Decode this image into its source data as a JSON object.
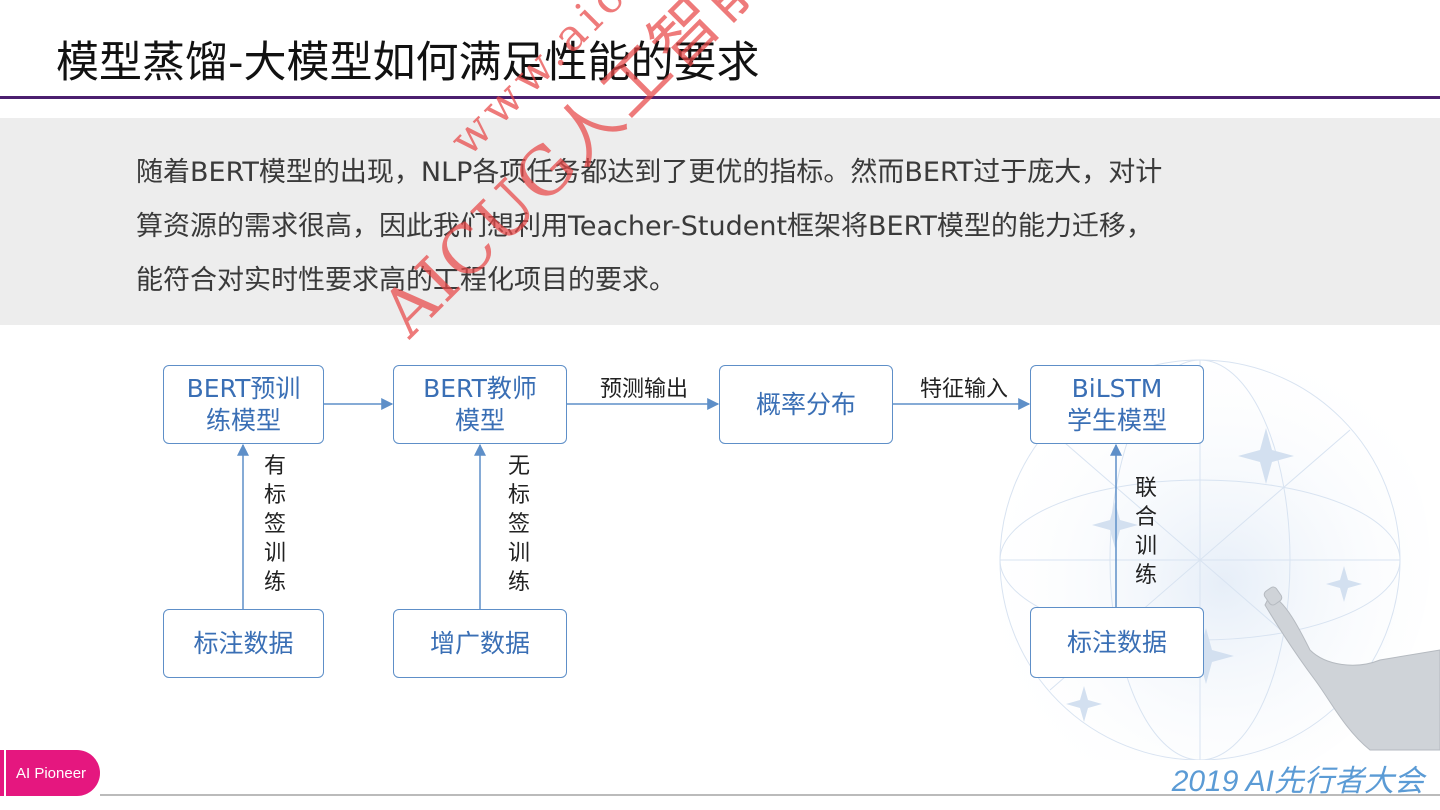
{
  "slide": {
    "title": "模型蒸馏-大模型如何满足性能的要求",
    "intro_lines": [
      "随着BERT模型的出现，NLP各项任务都达到了更优的指标。然而BERT过于庞大，对计",
      "算资源的需求很高，因此我们想利用Teacher-Student框架将BERT模型的能力迁移，",
      "能符合对实时性要求高的工程化项目的要求。"
    ]
  },
  "diagram": {
    "nodes": {
      "bert_pretrain": "BERT预训\n练模型",
      "bert_teacher": "BERT教师\n模型",
      "prob_dist": "概率分布",
      "bilstm_student": "BiLSTM\n学生模型",
      "labeled_data_1": "标注数据",
      "augmented_data": "增广数据",
      "labeled_data_2": "标注数据"
    },
    "edge_labels": {
      "labeled_training": "有标签训练",
      "unlabeled_training": "无标签训练",
      "prediction_output": "预测输出",
      "feature_input": "特征输入",
      "joint_training": "联合训练"
    },
    "colors": {
      "box_border": "#5e8fc8",
      "box_text": "#3a6fb5",
      "arrow": "#5e8fc8"
    }
  },
  "watermark": {
    "line1": "www.aicug.cn",
    "line2": "AICUG人工智能技术社区"
  },
  "footer": {
    "badge": "AI Pioneer",
    "event": "2019 AI先行者大会"
  }
}
